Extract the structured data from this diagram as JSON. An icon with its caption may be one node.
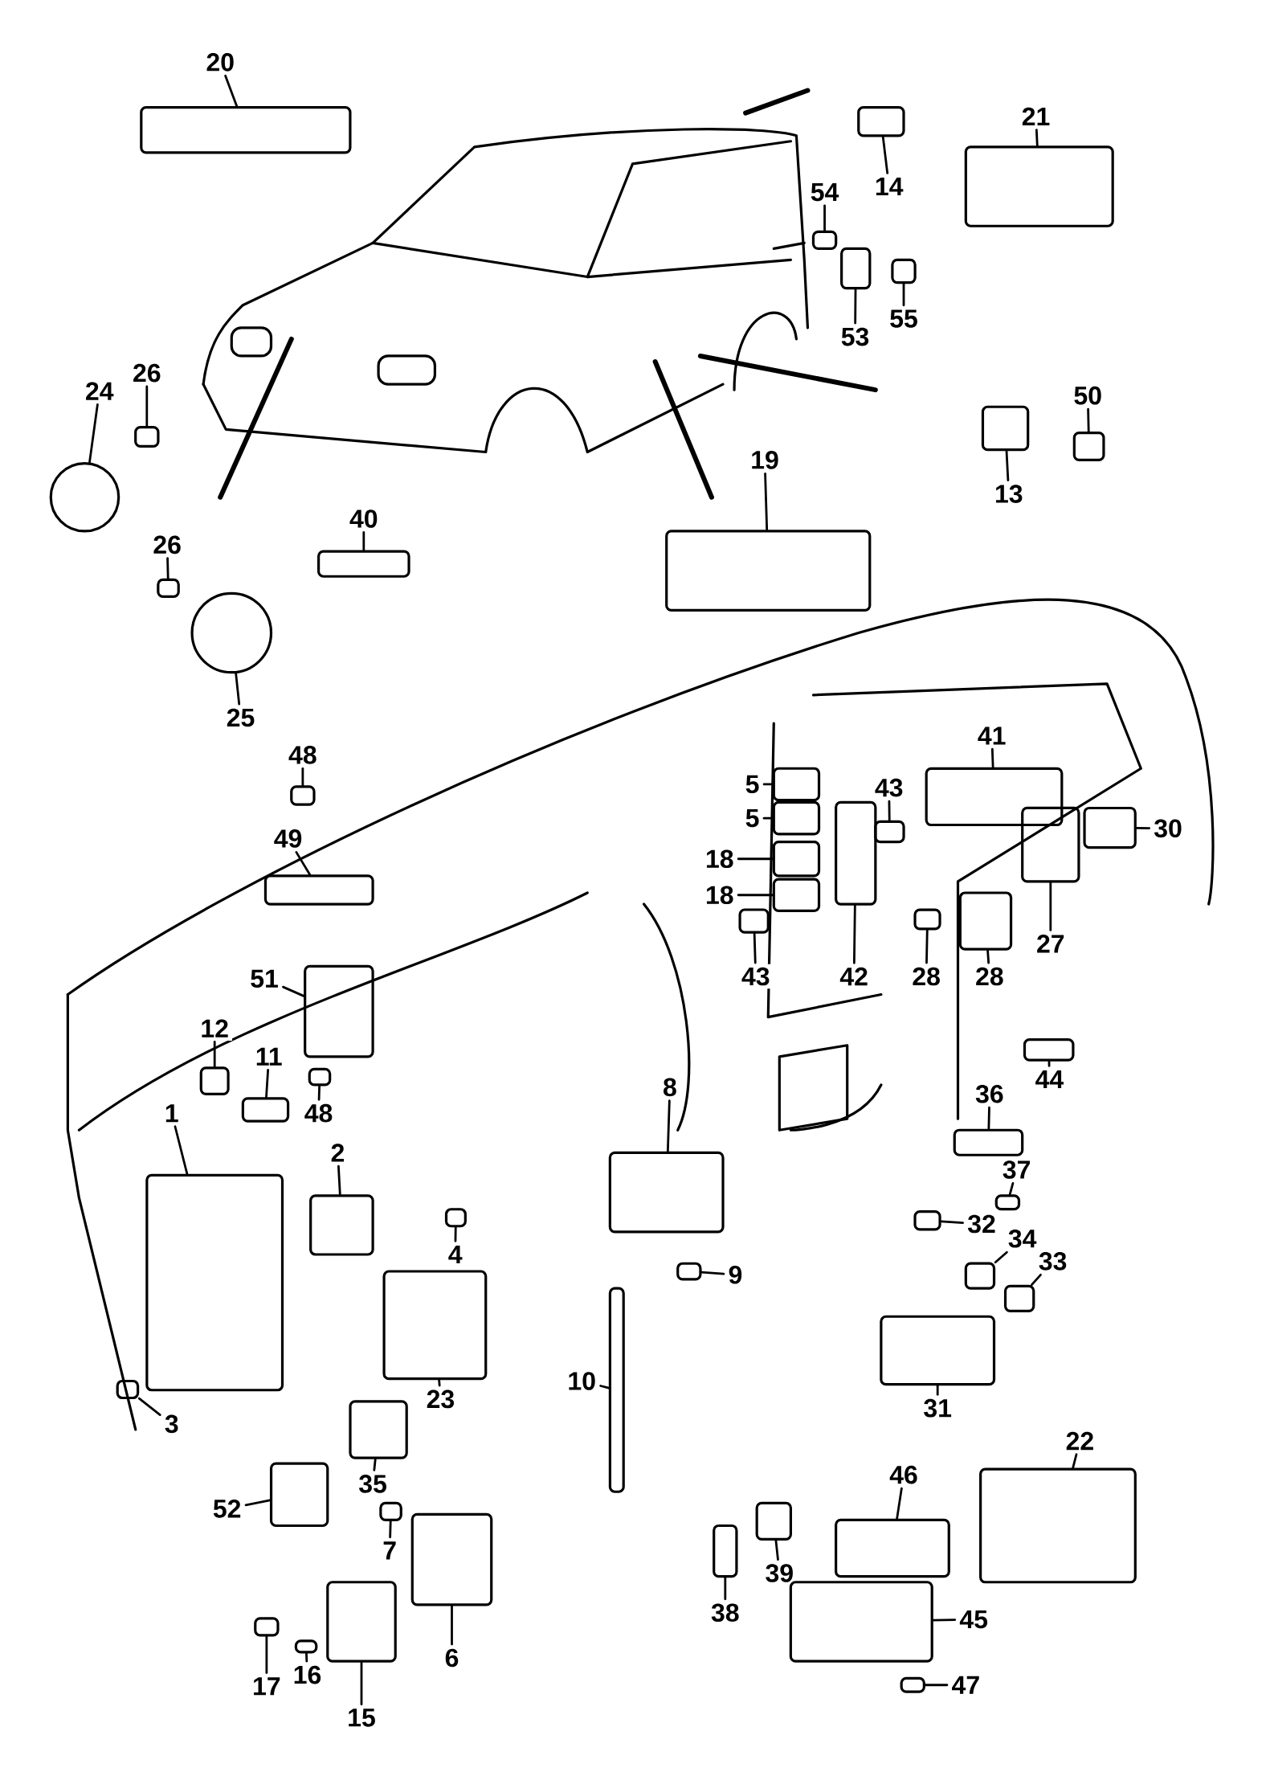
{
  "diagram": {
    "nodes": [
      {
        "text": [
          "20"
        ]
      },
      {
        "text": [
          "14"
        ]
      },
      {
        "text": [
          "21"
        ]
      },
      {
        "text": [
          "54"
        ]
      },
      {
        "text": [
          "53"
        ]
      },
      {
        "text": [
          "55"
        ]
      },
      {
        "text": [
          "26"
        ]
      },
      {
        "text": [
          "24"
        ]
      },
      {
        "text": [
          "50"
        ]
      },
      {
        "text": [
          "13"
        ]
      },
      {
        "text": [
          "19"
        ]
      },
      {
        "text": [
          "40"
        ]
      },
      {
        "text": [
          "26"
        ]
      },
      {
        "text": [
          "25"
        ]
      },
      {
        "text": [
          "48"
        ]
      },
      {
        "text": [
          "41"
        ]
      },
      {
        "text": [
          "5"
        ]
      },
      {
        "text": [
          "43"
        ]
      },
      {
        "text": [
          "5"
        ]
      },
      {
        "text": [
          "49"
        ]
      },
      {
        "text": [
          "30"
        ]
      },
      {
        "text": [
          "18"
        ]
      },
      {
        "text": [
          "18"
        ]
      },
      {
        "text": [
          "27"
        ]
      },
      {
        "text": [
          "43"
        ]
      },
      {
        "text": [
          "42"
        ]
      },
      {
        "text": [
          "28"
        ]
      },
      {
        "text": [
          "28"
        ]
      },
      {
        "text": [
          "51"
        ]
      },
      {
        "text": [
          "12"
        ]
      },
      {
        "text": [
          "11"
        ]
      },
      {
        "text": [
          "44"
        ]
      },
      {
        "text": [
          "8"
        ]
      },
      {
        "text": [
          "36"
        ]
      },
      {
        "text": [
          "48"
        ]
      },
      {
        "text": [
          "1"
        ]
      },
      {
        "text": [
          "2"
        ]
      },
      {
        "text": [
          "37"
        ]
      },
      {
        "text": [
          "32"
        ]
      },
      {
        "text": [
          "34"
        ]
      },
      {
        "text": [
          "4"
        ]
      },
      {
        "text": [
          "33"
        ]
      },
      {
        "text": [
          "9"
        ]
      },
      {
        "text": [
          "10"
        ]
      },
      {
        "text": [
          "23"
        ]
      },
      {
        "text": [
          "31"
        ]
      },
      {
        "text": [
          "3"
        ]
      },
      {
        "text": [
          "22"
        ]
      },
      {
        "text": [
          "35"
        ]
      },
      {
        "text": [
          "46"
        ]
      },
      {
        "text": [
          "52"
        ]
      },
      {
        "text": [
          "7"
        ]
      },
      {
        "text": [
          "39"
        ]
      },
      {
        "text": [
          "38"
        ]
      },
      {
        "text": [
          "45"
        ]
      },
      {
        "text": [
          "6"
        ]
      },
      {
        "text": [
          "16"
        ]
      },
      {
        "text": [
          "17"
        ]
      },
      {
        "text": [
          "47"
        ]
      },
      {
        "text": [
          "15"
        ]
      },
      {
        "text": [],
        "shape": "box"
      },
      {
        "text": [],
        "shape": "box"
      },
      {
        "text": [],
        "shape": "box"
      },
      {
        "text": [],
        "shape": "box"
      },
      {
        "text": [],
        "shape": "box"
      },
      {
        "text": [],
        "shape": "box"
      },
      {
        "text": [],
        "shape": "box"
      },
      {
        "text": [],
        "shape": "circle"
      },
      {
        "text": [],
        "shape": "box"
      },
      {
        "text": [],
        "shape": "box"
      },
      {
        "text": [],
        "shape": "box"
      },
      {
        "text": [],
        "shape": "box"
      },
      {
        "text": [],
        "shape": "box"
      },
      {
        "text": [],
        "shape": "circle"
      },
      {
        "text": [],
        "shape": "box"
      },
      {
        "text": [],
        "shape": "box"
      },
      {
        "text": [],
        "shape": "box"
      },
      {
        "text": [],
        "shape": "box"
      },
      {
        "text": [],
        "shape": "box"
      },
      {
        "text": [],
        "shape": "box"
      },
      {
        "text": [],
        "shape": "box"
      },
      {
        "text": [],
        "shape": "box"
      },
      {
        "text": [],
        "shape": "box"
      },
      {
        "text": [],
        "shape": "box"
      },
      {
        "text": [],
        "shape": "box"
      },
      {
        "text": [],
        "shape": "box"
      },
      {
        "text": [],
        "shape": "box"
      },
      {
        "text": [],
        "shape": "box"
      },
      {
        "text": [],
        "shape": "box"
      },
      {
        "text": [],
        "shape": "box"
      },
      {
        "text": [],
        "shape": "box"
      },
      {
        "text": [],
        "shape": "box"
      },
      {
        "text": [],
        "shape": "box"
      },
      {
        "text": [],
        "shape": "box"
      },
      {
        "text": [],
        "shape": "box"
      },
      {
        "text": [],
        "shape": "box"
      },
      {
        "text": [],
        "shape": "box"
      },
      {
        "text": [],
        "shape": "box"
      },
      {
        "text": [],
        "shape": "box"
      },
      {
        "text": [],
        "shape": "box"
      },
      {
        "text": [],
        "shape": "box"
      },
      {
        "text": [],
        "shape": "box"
      },
      {
        "text": [],
        "shape": "box"
      },
      {
        "text": [],
        "shape": "box"
      },
      {
        "text": [],
        "shape": "box"
      },
      {
        "text": [],
        "shape": "box"
      },
      {
        "text": [],
        "shape": "box"
      },
      {
        "text": [],
        "shape": "box"
      },
      {
        "text": [],
        "shape": "box"
      },
      {
        "text": [],
        "shape": "box"
      },
      {
        "text": [],
        "shape": "box"
      },
      {
        "text": [],
        "shape": "box"
      },
      {
        "text": [],
        "shape": "box"
      },
      {
        "text": [],
        "shape": "box"
      },
      {
        "text": [],
        "shape": "box"
      },
      {
        "text": [],
        "shape": "box"
      },
      {
        "text": [],
        "shape": "box"
      },
      {
        "text": [],
        "shape": "box"
      },
      {
        "text": [],
        "shape": "box"
      },
      {
        "text": [],
        "shape": "box"
      }
    ],
    "edges": [
      {
        "from": 0,
        "to": 60,
        "arrow": "none"
      },
      {
        "from": 1,
        "to": 61,
        "arrow": "none"
      },
      {
        "from": 2,
        "to": 62,
        "arrow": "none"
      },
      {
        "from": 3,
        "to": 63,
        "arrow": "none"
      },
      {
        "from": 4,
        "to": 64,
        "arrow": "none"
      },
      {
        "from": 5,
        "to": 65,
        "arrow": "none"
      },
      {
        "from": 6,
        "to": 66,
        "arrow": "none"
      },
      {
        "from": 7,
        "to": 67,
        "arrow": "none"
      },
      {
        "from": 8,
        "to": 68,
        "arrow": "none"
      },
      {
        "from": 9,
        "to": 69,
        "arrow": "none"
      },
      {
        "from": 10,
        "to": 70,
        "arrow": "none"
      },
      {
        "from": 11,
        "to": 71,
        "arrow": "none"
      },
      {
        "from": 12,
        "to": 72,
        "arrow": "none"
      },
      {
        "from": 13,
        "to": 73,
        "arrow": "none"
      },
      {
        "from": 14,
        "to": 74,
        "arrow": "none"
      },
      {
        "from": 15,
        "to": 75,
        "arrow": "none"
      },
      {
        "from": 16,
        "to": 76,
        "arrow": "none"
      },
      {
        "from": 17,
        "to": 77,
        "arrow": "none"
      },
      {
        "from": 18,
        "to": 78,
        "arrow": "none"
      },
      {
        "from": 19,
        "to": 79,
        "arrow": "none"
      },
      {
        "from": 20,
        "to": 80,
        "arrow": "none"
      },
      {
        "from": 21,
        "to": 81,
        "arrow": "none"
      },
      {
        "from": 22,
        "to": 82,
        "arrow": "none"
      },
      {
        "from": 23,
        "to": 83,
        "arrow": "none"
      },
      {
        "from": 24,
        "to": 84,
        "arrow": "none"
      },
      {
        "from": 25,
        "to": 85,
        "arrow": "none"
      },
      {
        "from": 26,
        "to": 86,
        "arrow": "none"
      },
      {
        "from": 27,
        "to": 87,
        "arrow": "none"
      },
      {
        "from": 28,
        "to": 88,
        "arrow": "none"
      },
      {
        "from": 29,
        "to": 89,
        "arrow": "none"
      },
      {
        "from": 30,
        "to": 90,
        "arrow": "none"
      },
      {
        "from": 31,
        "to": 91,
        "arrow": "none"
      },
      {
        "from": 32,
        "to": 92,
        "arrow": "none"
      },
      {
        "from": 33,
        "to": 93,
        "arrow": "none"
      },
      {
        "from": 34,
        "to": 94,
        "arrow": "none"
      },
      {
        "from": 35,
        "to": 95,
        "arrow": "none"
      },
      {
        "from": 36,
        "to": 96,
        "arrow": "none"
      },
      {
        "from": 37,
        "to": 97,
        "arrow": "none"
      },
      {
        "from": 38,
        "to": 98,
        "arrow": "none"
      },
      {
        "from": 39,
        "to": 99,
        "arrow": "none"
      },
      {
        "from": 40,
        "to": 100,
        "arrow": "none"
      },
      {
        "from": 41,
        "to": 101,
        "arrow": "none"
      },
      {
        "from": 42,
        "to": 102,
        "arrow": "none"
      },
      {
        "from": 43,
        "to": 103,
        "arrow": "none"
      },
      {
        "from": 44,
        "to": 104,
        "arrow": "none"
      },
      {
        "from": 45,
        "to": 105,
        "arrow": "none"
      },
      {
        "from": 46,
        "to": 106,
        "arrow": "none"
      },
      {
        "from": 47,
        "to": 107,
        "arrow": "none"
      },
      {
        "from": 48,
        "to": 108,
        "arrow": "none"
      },
      {
        "from": 49,
        "to": 109,
        "arrow": "none"
      },
      {
        "from": 50,
        "to": 110,
        "arrow": "none"
      },
      {
        "from": 51,
        "to": 111,
        "arrow": "none"
      },
      {
        "from": 52,
        "to": 112,
        "arrow": "none"
      },
      {
        "from": 53,
        "to": 113,
        "arrow": "none"
      },
      {
        "from": 54,
        "to": 114,
        "arrow": "none"
      },
      {
        "from": 55,
        "to": 115,
        "arrow": "none"
      },
      {
        "from": 56,
        "to": 116,
        "arrow": "none"
      },
      {
        "from": 57,
        "to": 117,
        "arrow": "none"
      },
      {
        "from": 58,
        "to": 118,
        "arrow": "none"
      },
      {
        "from": 59,
        "to": 119,
        "arrow": "none"
      }
    ]
  }
}
